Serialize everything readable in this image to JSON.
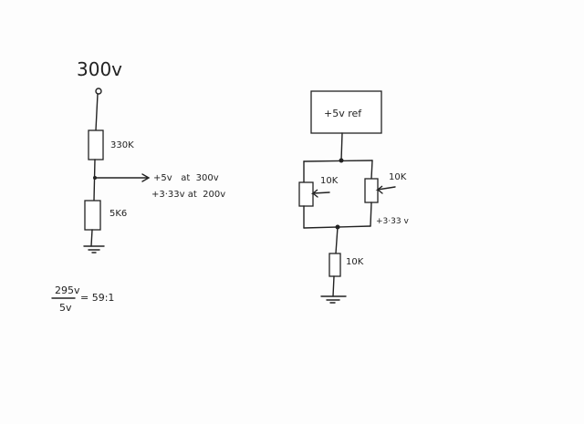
{
  "left_circuit": {
    "supply_label": "300v",
    "r_top_label": "330K",
    "r_bottom_label": "5K6",
    "output_line1": "+5v   at  300v",
    "output_line2": "+3·33v at  200v",
    "formula": {
      "numerator": "295v",
      "denominator": "5v",
      "result": "= 59:1"
    }
  },
  "right_circuit": {
    "reference_label": "+5v ref",
    "pot_left_label": "10K",
    "pot_right_label": "10K",
    "output_label": "+3·33 v",
    "r_bottom_label": "10K"
  }
}
